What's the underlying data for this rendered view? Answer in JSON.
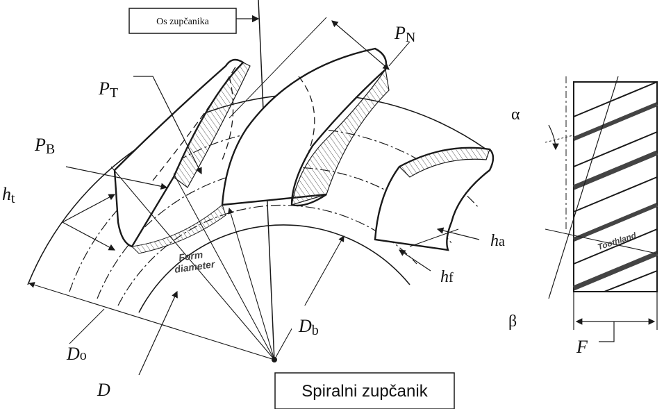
{
  "title_box": {
    "text": "Os zupčanika"
  },
  "caption_box": {
    "text": "Spiralni zupčanik"
  },
  "labels": {
    "PN": {
      "main": "P",
      "sub": "N"
    },
    "PT": {
      "main": "P",
      "sub": "T"
    },
    "PB": {
      "main": "P",
      "sub": "B"
    },
    "ht": {
      "main": "h",
      "sub": "t"
    },
    "ha": {
      "main": "h",
      "sub": "a"
    },
    "hf": {
      "main": "h",
      "sub": "f"
    },
    "Db": {
      "main": "D",
      "sub": "b"
    },
    "Do": {
      "main": "D",
      "sub": "o"
    },
    "D": {
      "main": "D"
    },
    "alpha": {
      "main": "α"
    },
    "beta": {
      "main": "β"
    },
    "F": {
      "main": "F"
    }
  },
  "drawing_text": {
    "form_diameter_line1": "Form",
    "form_diameter_line2": "diameter",
    "toothland": "Toothland"
  },
  "colors": {
    "line": "#1a1a1a",
    "shade": "#555555",
    "paper": "#ffffff"
  }
}
